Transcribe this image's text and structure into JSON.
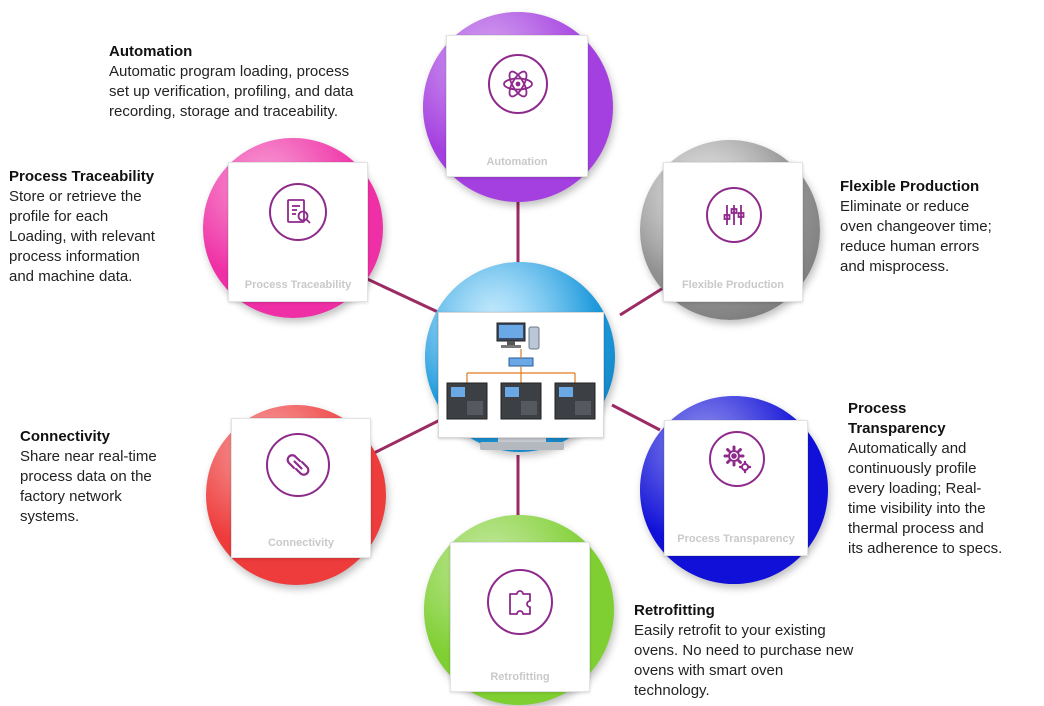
{
  "colors": {
    "accent_purple": "#8e2a8b",
    "automation": "#a43fe0",
    "traceability": "#ef2fa5",
    "flexible": "#8d8d8d",
    "transparency": "#1010d8",
    "retrofitting": "#7fcf32",
    "connectivity": "#ee3b3b",
    "center": "#1c98da",
    "connector": "#9c2a63"
  },
  "center": {
    "icon": "factory-network-monitor-icon"
  },
  "nodes": {
    "automation": {
      "card_label": "Automation",
      "icon": "atom-icon",
      "title": "Automation",
      "lines": [
        "Automatic program loading, process",
        "set up verification, profiling, and data",
        "recording, storage and traceability."
      ]
    },
    "traceability": {
      "card_label": "Process Traceability",
      "icon": "document-search-icon",
      "title": "Process Traceability",
      "lines": [
        "Store or retrieve the",
        "profile for each",
        "Loading, with relevant",
        "process information",
        "and machine data."
      ]
    },
    "flexible": {
      "card_label": "Flexible Production",
      "icon": "sliders-icon",
      "title": "Flexible Production",
      "lines": [
        "Eliminate or reduce",
        "oven changeover time;",
        "reduce human errors",
        "and misprocess."
      ]
    },
    "connectivity": {
      "card_label": "Connectivity",
      "icon": "link-icon",
      "title": "Connectivity",
      "lines": [
        "Share near real-time",
        "process data on the",
        "factory network",
        "systems."
      ]
    },
    "transparency": {
      "card_label": "Process Transparency",
      "icon": "gears-icon",
      "title_lines": [
        "Process",
        "Transparency"
      ],
      "lines": [
        "Automatically and",
        "continuously profile",
        "every  loading; Real-",
        "time visibility into the",
        "thermal process and",
        "its adherence to specs."
      ]
    },
    "retrofitting": {
      "card_label": "Retrofitting",
      "icon": "puzzle-piece-icon",
      "title": "Retrofitting",
      "lines": [
        "Easily retrofit to your existing",
        "ovens. No need to purchase new",
        "ovens with smart oven",
        "technology."
      ]
    }
  }
}
